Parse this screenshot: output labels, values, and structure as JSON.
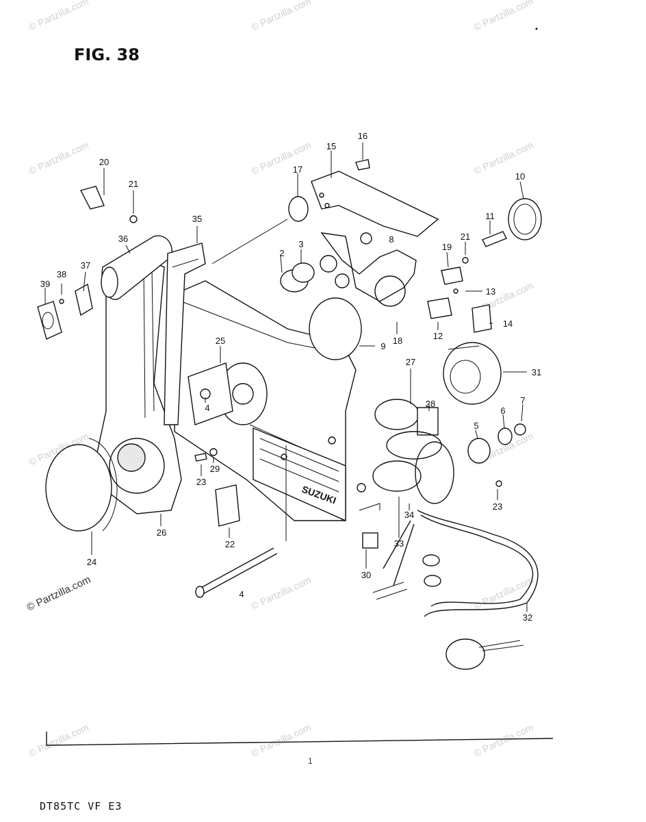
{
  "title": "FIG. 38",
  "footer_code": "DT85TC VF E3",
  "watermark": "© Partzilla.com",
  "page_mark": "1",
  "callouts": {
    "c2": "2",
    "c3": "3",
    "c4a": "4",
    "c4b": "4",
    "c5": "5",
    "c6": "6",
    "c7": "7",
    "c8": "8",
    "c9": "9",
    "c10": "10",
    "c11": "11",
    "c12": "12",
    "c13": "13",
    "c14": "14",
    "c15": "15",
    "c16": "16",
    "c17": "17",
    "c18": "18",
    "c19": "19",
    "c20": "20",
    "c21a": "21",
    "c21b": "21",
    "c22": "22",
    "c23a": "23",
    "c23b": "23",
    "c24": "24",
    "c25": "25",
    "c26": "26",
    "c27": "27",
    "c28": "28",
    "c29": "29",
    "c30": "30",
    "c31": "31",
    "c32": "32",
    "c33": "33",
    "c34": "34",
    "c35": "35",
    "c36": "36",
    "c37": "37",
    "c38": "38",
    "c39": "39"
  }
}
